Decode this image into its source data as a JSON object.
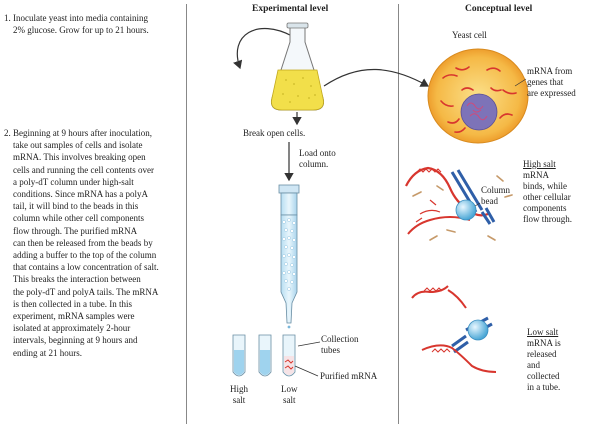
{
  "headers": {
    "experimental": "Experimental level",
    "conceptual": "Conceptual level"
  },
  "steps": [
    "1. Inoculate yeast into media containing\n    2% glucose. Grow for up to 21 hours.",
    "2. Beginning at 9 hours after inoculation,\n    take out samples of cells and isolate\n    mRNA. This involves breaking open\n    cells and running the cell contents over\n    a poly-dT column under high-salt\n    conditions. Since mRNA has a polyA\n    tail, it will bind to the beads in this\n    column while other cell components\n    flow through. The purified mRNA\n    can then be released from the beads by\n    adding a buffer to the top of the column\n    that contains a low concentration of salt.\n    This breaks the interaction between\n    the poly-dT and polyA tails. The mRNA\n    is then collected in a tube. In this\n    experiment, mRNA samples were\n    isolated at approximately 2-hour\n    intervals, beginning at 9 hours and\n    ending at 21 hours."
  ],
  "experimental": {
    "break_open": "Break open cells.",
    "load_column": "Load onto\ncolumn.",
    "collection_tubes": "Collection\ntubes",
    "purified_mrna": "Purified mRNA",
    "high_salt": "High\nsalt",
    "low_salt": "Low\nsalt"
  },
  "conceptual": {
    "yeast_cell": "Yeast cell",
    "mrna_expressed": "mRNA from\ngenes that\nare expressed",
    "column_bead": "Column\nbead",
    "high_salt_title": "High salt",
    "high_salt_text": "mRNA\nbinds, while\nother cellular\ncomponents\nflow through.",
    "low_salt_title": "Low salt",
    "low_salt_text": "mRNA is\nreleased\nand\ncollected\nin a tube."
  },
  "colors": {
    "media": "#f2df4a",
    "mrna": "#d8362e",
    "nucleus": "#7d73b8",
    "cell": "#f3b23c",
    "bead": "#7ec8ea",
    "tail": "#2f5fa8"
  }
}
